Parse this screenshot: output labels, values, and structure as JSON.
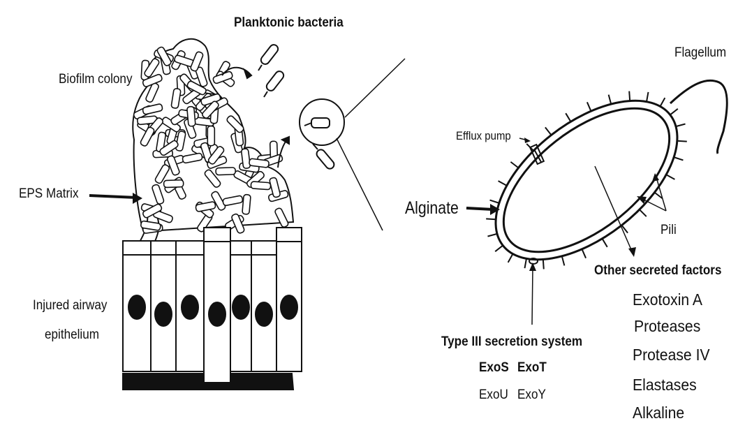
{
  "labels": {
    "planktonic_bacteria": "Planktonic bacteria",
    "biofilm_colony": "Biofilm colony",
    "eps_matrix": "EPS Matrix",
    "injured_airway_line1": "Injured airway",
    "injured_airway_line2": "epithelium",
    "flagellum": "Flagellum",
    "efflux_pump": "Efflux pump",
    "alginate": "Alginate",
    "pili": "Pili",
    "other_secreted_factors": "Other secreted factors",
    "type_iii_secretion_system": "Type III secretion system",
    "exos": "ExoS",
    "exot": "ExoT",
    "exou": "ExoU",
    "exoy": "ExoY"
  },
  "secreted_factors": [
    "Exotoxin A",
    "Proteases",
    "Protease IV",
    "Elastases",
    "Alkaline"
  ],
  "colors": {
    "ink": "#111111",
    "background": "#ffffff"
  }
}
